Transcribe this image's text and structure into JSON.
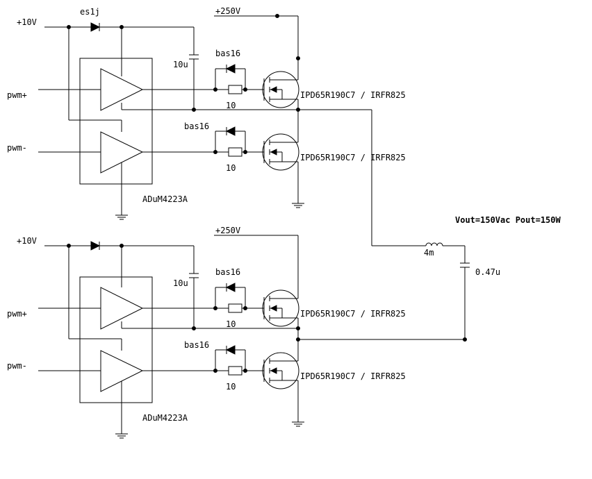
{
  "labels": {
    "v10_top": "+10V",
    "v10_bot": "+10V",
    "v250_top": "+250V",
    "v250_bot": "+250V",
    "diode_top": "es1j",
    "cap_top": "10u",
    "cap_bot": "10u",
    "pwm_plus_top": "pwm+",
    "pwm_minus_top": "pwm-",
    "pwm_plus_bot": "pwm+",
    "pwm_minus_bot": "pwm-",
    "bas16_1": "bas16",
    "bas16_2": "bas16",
    "bas16_3": "bas16",
    "bas16_4": "bas16",
    "res_1": "10",
    "res_2": "10",
    "res_3": "10",
    "res_4": "10",
    "mosfet_1": "IPD65R190C7 / IRFR825",
    "mosfet_2": "IPD65R190C7 / IRFR825",
    "mosfet_3": "IPD65R190C7 / IRFR825",
    "mosfet_4": "IPD65R190C7 / IRFR825",
    "driver_top": "ADuM4223A",
    "driver_bot": "ADuM4223A",
    "inductor": "4m",
    "out_cap": "0.47u",
    "spec": "Vout=150Vac Pout=150W"
  }
}
